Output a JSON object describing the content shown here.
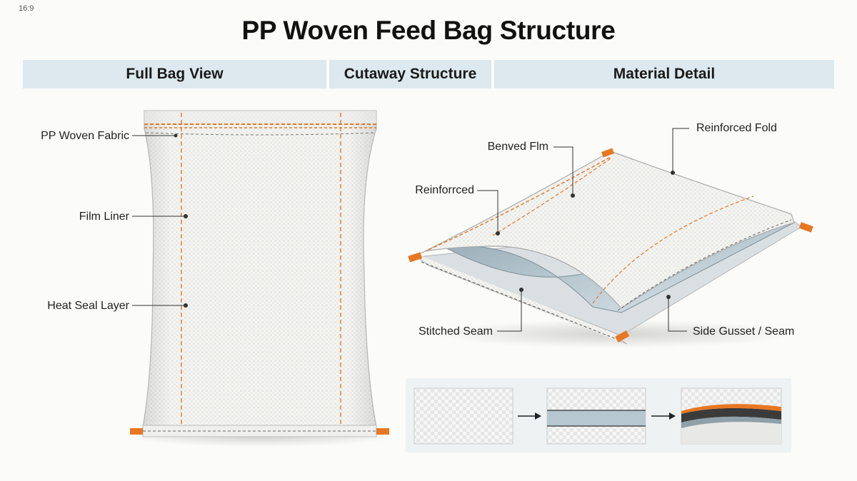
{
  "header": {
    "aspect_label": "16:9",
    "title": "PP Woven Feed Bag Structure"
  },
  "tabs": [
    {
      "label": "Full Bag View"
    },
    {
      "label": "Cutaway Structure"
    },
    {
      "label": "Material Detail"
    }
  ],
  "full_bag": {
    "callouts": [
      {
        "label": "PP Woven Fabric"
      },
      {
        "label": "Film Liner"
      },
      {
        "label": "Heat Seal Layer"
      }
    ]
  },
  "cutaway": {
    "callouts": [
      {
        "label": "Reinforced Fold"
      },
      {
        "label": "Benved Flm"
      },
      {
        "label": "Reinforrced"
      },
      {
        "label": "Stitched Seam"
      },
      {
        "label": "Side Gusset / Seam"
      }
    ]
  },
  "material_detail": {
    "steps": [
      "woven-texture-swatch",
      "film-liner-swatch",
      "laminated-layers-swatch"
    ]
  },
  "colors": {
    "accent_orange": "#e87722",
    "tab_background": "#dde9ef",
    "liner_blue": "#a9bcc6",
    "fabric_white": "#f4f4f2"
  }
}
